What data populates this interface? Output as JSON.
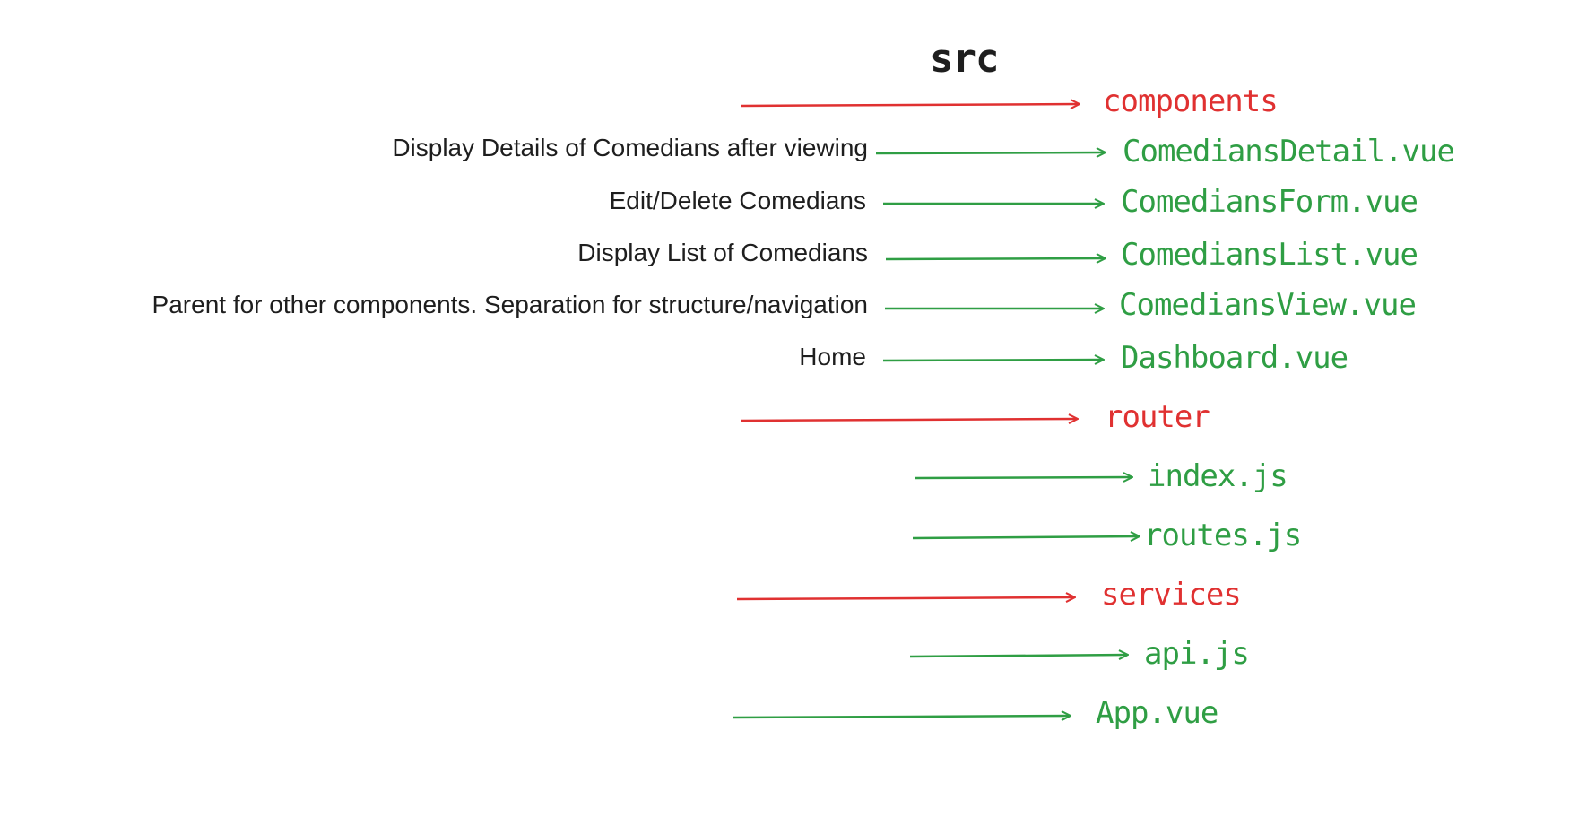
{
  "diagram": {
    "root_label": "src",
    "colors": {
      "folder": "#e03131",
      "file": "#2f9e44",
      "text": "#1e1e1e"
    },
    "nodes": [
      {
        "id": "components",
        "label": "components",
        "kind": "folder"
      },
      {
        "id": "comedians-detail",
        "label": "ComediansDetail.vue",
        "kind": "file",
        "description": "Display Details of Comedians after viewing"
      },
      {
        "id": "comedians-form",
        "label": "ComediansForm.vue",
        "kind": "file",
        "description": "Edit/Delete Comedians"
      },
      {
        "id": "comedians-list",
        "label": "ComediansList.vue",
        "kind": "file",
        "description": "Display List of Comedians"
      },
      {
        "id": "comedians-view",
        "label": "ComediansView.vue",
        "kind": "file",
        "description": "Parent for other components. Separation for structure/navigation"
      },
      {
        "id": "dashboard",
        "label": "Dashboard.vue",
        "kind": "file",
        "description": "Home"
      },
      {
        "id": "router",
        "label": "router",
        "kind": "folder"
      },
      {
        "id": "index-js",
        "label": "index.js",
        "kind": "file"
      },
      {
        "id": "routes-js",
        "label": "routes.js",
        "kind": "file"
      },
      {
        "id": "services",
        "label": "services",
        "kind": "folder"
      },
      {
        "id": "api-js",
        "label": "api.js",
        "kind": "file"
      },
      {
        "id": "app-vue",
        "label": "App.vue",
        "kind": "file"
      }
    ]
  }
}
